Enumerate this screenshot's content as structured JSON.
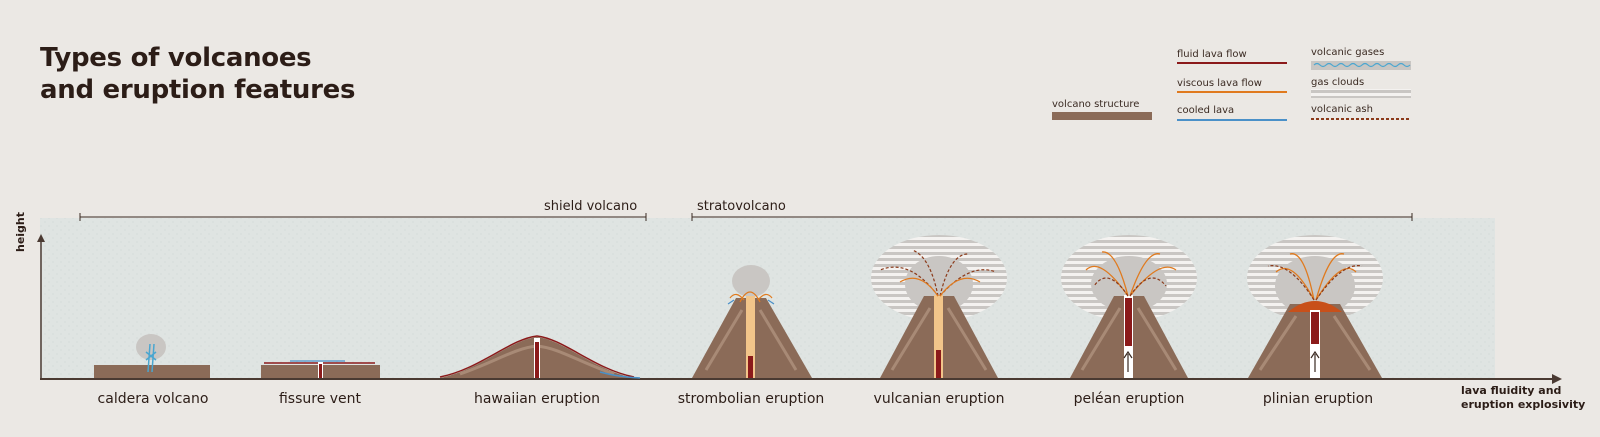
{
  "title": {
    "line1": "Types of volcanoes",
    "line2": "and eruption features"
  },
  "legend": {
    "structure": "volcano structure",
    "fluid_lava": "fluid lava flow",
    "viscous_lava": "viscous lava flow",
    "cooled_lava": "cooled lava",
    "gases": "volcanic gases",
    "gas_clouds": "gas clouds",
    "ash": "volcanic ash"
  },
  "ranges": {
    "shield": "shield volcano",
    "strato": "stratovolcano"
  },
  "axes": {
    "y": "height",
    "x_line1": "lava fluidity and",
    "x_line2": "eruption explosivity"
  },
  "types": [
    "caldera volcano",
    "fissure vent",
    "hawaiian eruption",
    "strombolian eruption",
    "vulcanian eruption",
    "peléan eruption",
    "plinian eruption"
  ],
  "colors": {
    "background": "#ebe8e4",
    "panel": "#dde3e1",
    "structure": "#8b6b58",
    "fluid_lava": "#8b1a1a",
    "viscous_lava": "#e07a1e",
    "cooled_lava": "#4a90c8",
    "gas_cloud": "#c9c6c3",
    "ash": "#8b3a1a"
  }
}
